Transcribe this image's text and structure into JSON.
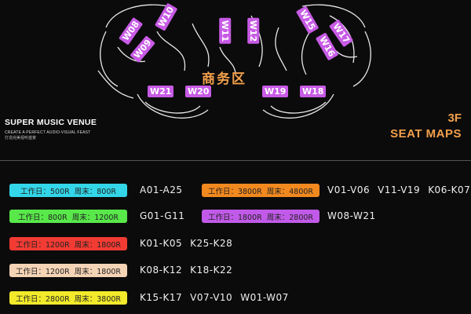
{
  "header": {
    "venue_name": "SUPER MUSIC VENUE",
    "venue_tagline": "CREATE A PERFECT AUDIO-VISUAL FEAST",
    "venue_tagline_cn": "打造完美视听盛宴",
    "floor": "3F",
    "title": "SEAT MAPS"
  },
  "map": {
    "zone_label": "商务区",
    "zone_color": "#f3a04b",
    "booth_color": "#c85be6",
    "booths": [
      "W08",
      "W10",
      "W09",
      "W11",
      "W12",
      "W15",
      "W17",
      "W16",
      "W21",
      "W20",
      "W19",
      "W18"
    ]
  },
  "pricing": [
    {
      "weekday": "工作日：500R",
      "weekend": "周末：800R",
      "color": "#33d6e8",
      "ranges": [
        "A01-A25"
      ]
    },
    {
      "weekday": "工作日：3800R",
      "weekend": "周末：4800R",
      "color": "#f2891f",
      "ranges": [
        "V01-V06",
        "V11-V19",
        "K06-K07"
      ]
    },
    {
      "weekday": "工作日：800R",
      "weekend": "周末：1200R",
      "color": "#58e84a",
      "ranges": [
        "G01-G11"
      ]
    },
    {
      "weekday": "工作日：1800R",
      "weekend": "周末：2800R",
      "color": "#c15ae8",
      "ranges": [
        "W08-W21"
      ]
    },
    {
      "weekday": "工作日：1200R",
      "weekend": "周末：1800R",
      "color": "#f23b33",
      "ranges": [
        "K01-K05",
        "K25-K28"
      ]
    },
    {
      "weekday": "工作日：1200R",
      "weekend": "周末：1800R",
      "color": "#f5d4b6",
      "ranges": [
        "K08-K12",
        "K18-K22"
      ]
    },
    {
      "weekday": "工作日：2800R",
      "weekend": "周末：3800R",
      "color": "#f2ea2a",
      "ranges": [
        "K15-K17",
        "V07-V10",
        "W01-W07"
      ]
    }
  ]
}
